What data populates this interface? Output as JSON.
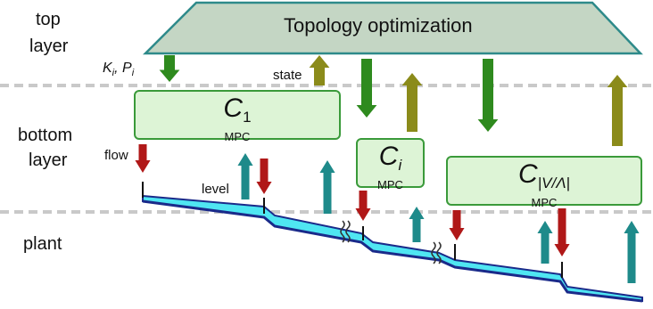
{
  "layers": {
    "top": [
      "top",
      "layer"
    ],
    "bottom": [
      "bottom",
      "layer"
    ],
    "plant": "plant"
  },
  "top_box": {
    "title": "Topology optimization"
  },
  "controllers": [
    {
      "symbol": "C",
      "index": "1",
      "sub": "MPC"
    },
    {
      "symbol": "C",
      "index": "i",
      "sub": "MPC"
    },
    {
      "symbol": "C",
      "index": "|V/Λ|",
      "sub": "MPC"
    }
  ],
  "signals": {
    "params": "K",
    "params_i": "i",
    "params_sep": ", P",
    "params_pi": "i",
    "state": "state",
    "flow": "flow",
    "level": "level"
  },
  "colors": {
    "top_box_fill": "#c4d6c4",
    "top_box_stroke": "#2e8a8a",
    "box_fill": "#ddf4d6",
    "box_stroke": "#3a9a3a",
    "green_arrow": "#2e8a1e",
    "olive_arrow": "#8b8b1a",
    "red_arrow": "#b01818",
    "teal_arrow": "#1e8a8a",
    "water": "#4fe6f2",
    "water_edge": "#1a2a8a",
    "separator": "#c9c9c9"
  }
}
